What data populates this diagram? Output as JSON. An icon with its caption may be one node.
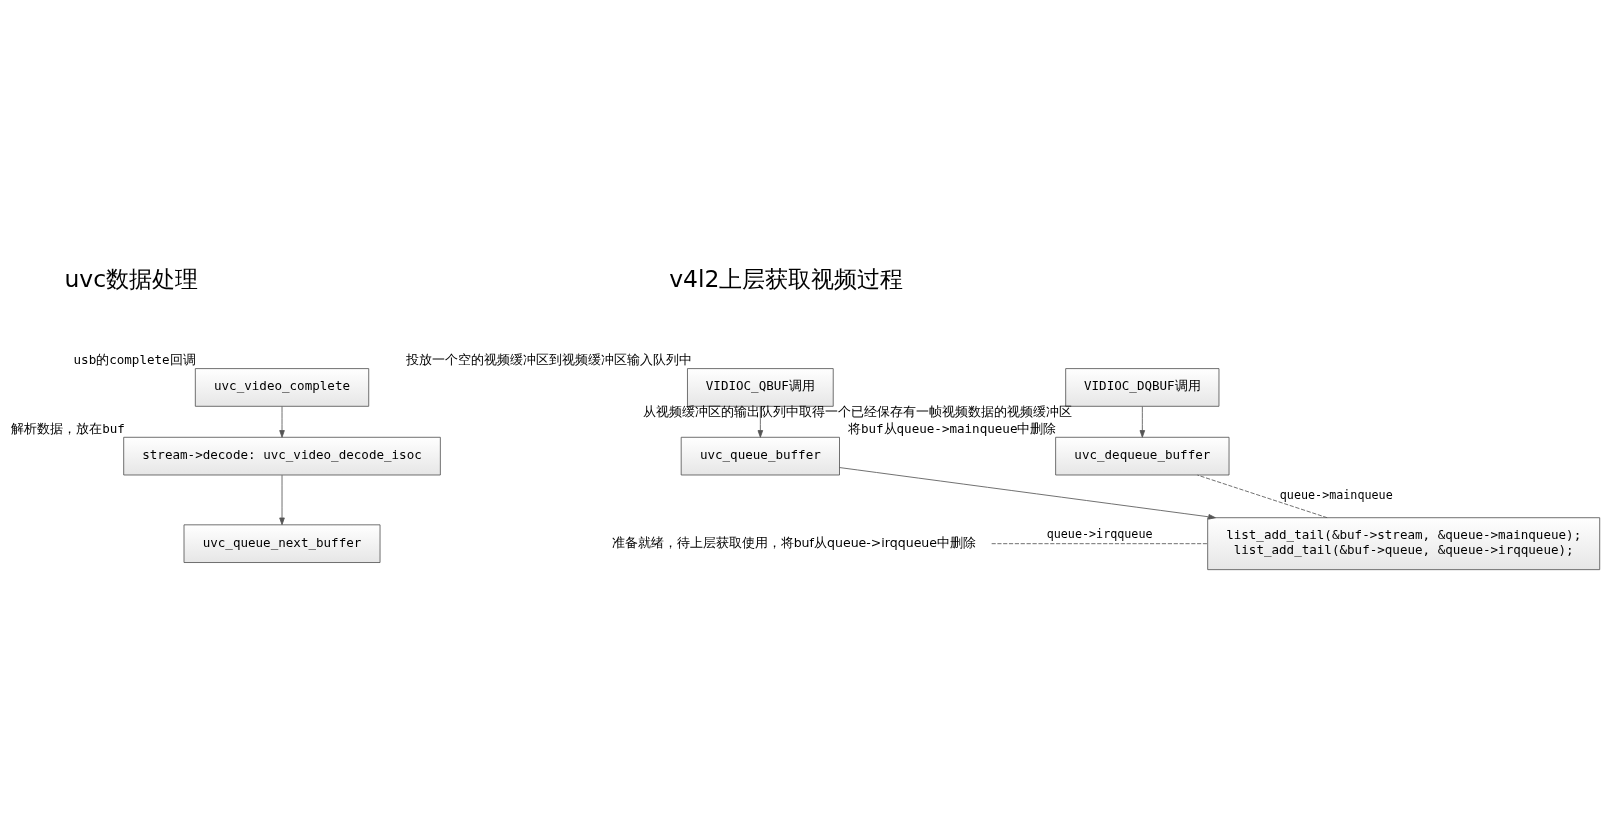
{
  "diagram": {
    "nodes": [
      {
        "text": [
          "uvc_video_complete"
        ],
        "beside": [
          "usb的complete回调"
        ]
      },
      {
        "text": [
          "stream->decode: uvc_video_decode_isoc"
        ],
        "beside": [
          "解析数据，放在buf"
        ]
      },
      {
        "text": [
          "uvc_queue_next_buffer"
        ]
      },
      {
        "text": [
          "准备就绪，待上层获取使用，将buf从queue->irqqueue中删除"
        ]
      },
      {
        "text": [
          "VIDIOC_QBUF调用"
        ],
        "beside": [
          "投放一个空的视频缓冲区到视频缓冲区输入队列中"
        ]
      },
      {
        "text": [
          "uvc_queue_buffer"
        ]
      },
      {
        "text": [
          "list_add_tail(&buf->stream, &queue->mainqueue); list_add_tail(&buf->queue, &queue->irqqueue);"
        ]
      },
      {
        "text": [
          "VIDIOC_DQBUF调用"
        ],
        "beside": [
          "从视频缓冲区的输出队列中取得一个已经保存有一帧视频数据的视频缓冲区"
        ]
      },
      {
        "text": [
          "uvc_dequeue_buffer"
        ],
        "beside": [
          "将buf从queue->mainqueue中删除"
        ]
      }
    ],
    "edges": [
      {
        "from": 0,
        "to": 1,
        "arrow": "to"
      },
      {
        "from": 1,
        "to": 2,
        "arrow": "to"
      },
      {
        "from": 4,
        "to": 5,
        "arrow": "to"
      },
      {
        "from": 5,
        "to": 6,
        "arrow": "to"
      },
      {
        "from": 7,
        "to": 8,
        "arrow": "to"
      },
      {
        "from": 3,
        "to": 6,
        "arrow": "none",
        "style": "dashed",
        "label": "queue->irqqueue"
      },
      {
        "from": 6,
        "to": 8,
        "arrow": "none",
        "style": "dashed",
        "label": "queue->mainqueue"
      }
    ],
    "labels": [
      "uvc数据处理",
      "v4l2上层获取视频过程"
    ]
  }
}
